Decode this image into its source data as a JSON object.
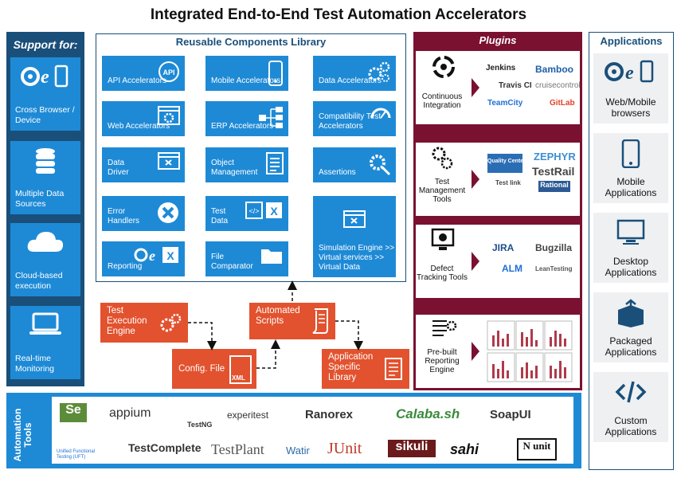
{
  "title": "Integrated End-to-End Test Automation Accelerators",
  "support": {
    "heading": "Support for:",
    "items": [
      {
        "label": "Cross Browser / Device",
        "icon": "browser-devices-icon"
      },
      {
        "label": "Multiple Data Sources",
        "icon": "database-icon"
      },
      {
        "label": "Cloud-based execution",
        "icon": "cloud-icon"
      },
      {
        "label": "Real-time Monitoring",
        "icon": "laptop-icon"
      }
    ]
  },
  "library": {
    "heading": "Reusable Components Library",
    "items": [
      {
        "label": "API Accelerators",
        "icon": "api-icon"
      },
      {
        "label": "Mobile Accelerators",
        "icon": "mobile-icon"
      },
      {
        "label": "Data Accelerators",
        "icon": "gears-icon"
      },
      {
        "label": "Web Accelerators",
        "icon": "web-gear-icon"
      },
      {
        "label": "ERP Accelerators",
        "icon": "hierarchy-icon"
      },
      {
        "label": "Compatibility Test Accelerators",
        "icon": "gauge-icon"
      },
      {
        "label": "Data Driver",
        "icon": "window-icon"
      },
      {
        "label": "Object Management",
        "icon": "list-icon"
      },
      {
        "label": "Assertions",
        "icon": "gear-search-icon"
      },
      {
        "label": "Error Handlers",
        "icon": "error-x-icon"
      },
      {
        "label": "Test Data",
        "icon": "code-excel-icon"
      },
      {
        "label": "Simulation Engine >> Virtual services >> Virtual Data",
        "icon": "window-icon"
      },
      {
        "label": "Reporting",
        "icon": "reporting-icon"
      },
      {
        "label": "File Comparator",
        "icon": "folder-icon"
      }
    ]
  },
  "middle": {
    "test_execution": "Test Execution Engine",
    "automated_scripts": "Automated Scripts",
    "config_file": "Config. File",
    "xml": "XML",
    "app_library": "Application Specific Library"
  },
  "plugins": {
    "heading": "Plugins",
    "items": [
      {
        "label": "Continuous Integration",
        "logos": [
          "Jenkins",
          "Bamboo",
          "Travis CI",
          "cruisecontrol",
          "TeamCity",
          "GitLab"
        ]
      },
      {
        "label": "Test Management Tools",
        "logos": [
          "Quality Center",
          "ZEPHYR",
          "TestRail",
          "Test link",
          "Rational"
        ]
      },
      {
        "label": "Defect Tracking Tools",
        "logos": [
          "JIRA",
          "Bugzilla",
          "ALM",
          "LeanTesting"
        ]
      },
      {
        "label": "Pre-built Reporting Engine",
        "logos": []
      }
    ]
  },
  "applications": {
    "heading": "Applications",
    "items": [
      {
        "label": "Web/Mobile browsers",
        "icon": "browser-devices-icon"
      },
      {
        "label": "Mobile Applications",
        "icon": "mobile-icon"
      },
      {
        "label": "Desktop Applications",
        "icon": "monitor-icon"
      },
      {
        "label": "Packaged Applications",
        "icon": "package-icon"
      },
      {
        "label": "Custom Applications",
        "icon": "code-icon"
      }
    ]
  },
  "automation_tools": {
    "label": "Automation Tools",
    "tools": [
      "Se",
      "appium",
      "TestNG",
      "experitest",
      "Ranorex",
      "Calaba.sh",
      "SoapUI",
      "Unified Functional Testing (UFT)",
      "TestComplete",
      "TestPlant",
      "Watir",
      "JUnit",
      "sikuli",
      "sahi",
      "N unit"
    ]
  },
  "colors": {
    "navy": "#1a4f7a",
    "blue": "#1e8ad6",
    "maroon": "#7a1131",
    "orange": "#e2522e"
  }
}
